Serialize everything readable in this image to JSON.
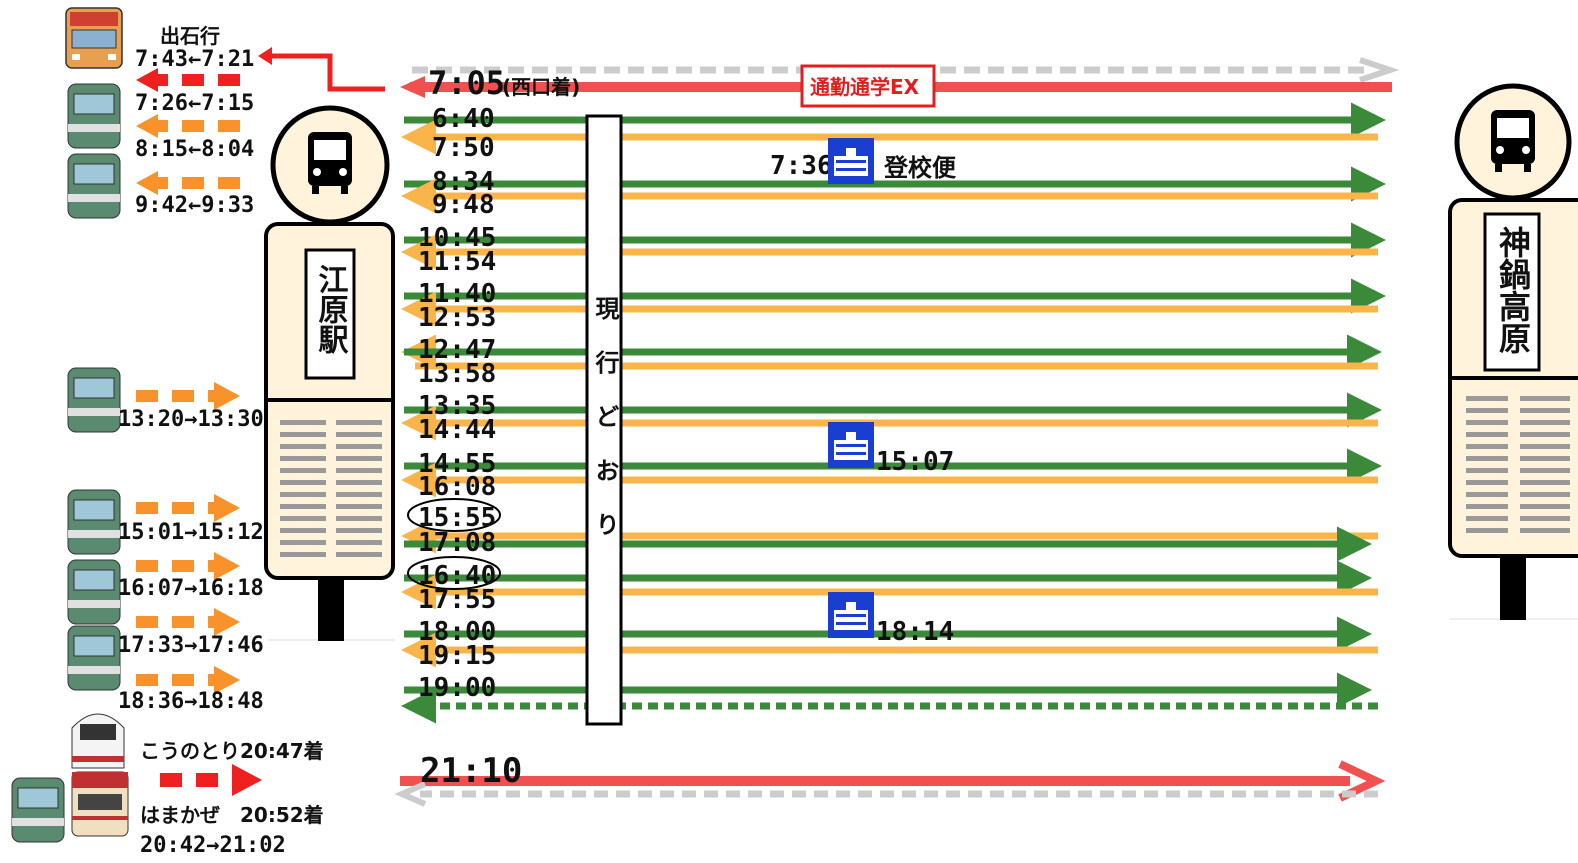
{
  "left_connections": [
    {
      "text": "出石行",
      "icon": "bus-icon"
    },
    {
      "text": "7:43←7:21"
    },
    {
      "text": "7:26←7:15",
      "icon": "train-icon"
    },
    {
      "text": "8:15←8:04",
      "icon": "train-icon"
    },
    {
      "text": "9:42←9:33",
      "icon": "train-icon"
    },
    {
      "text": "13:20→13:30",
      "icon": "train-icon"
    },
    {
      "text": "15:01→15:12",
      "icon": "train-icon"
    },
    {
      "text": "16:07→16:18",
      "icon": "train-icon"
    },
    {
      "text": "17:33→17:46",
      "icon": "train-icon"
    },
    {
      "text": "18:36→18:48"
    },
    {
      "text": "こうのとり20:47着",
      "icon": "limited-express-icon"
    },
    {
      "text": "はまかぜ　20:52着",
      "icon": "limited-express-icon"
    },
    {
      "text": "20:42→21:02"
    }
  ],
  "stop_left": {
    "name": "江原駅",
    "icon": "bus-stop-icon"
  },
  "stop_right": {
    "name": "神鍋高原",
    "icon": "bus-stop-icon"
  },
  "current_label": "現行どおり",
  "times": {
    "first": "7:05",
    "first_note": "(西口着)",
    "ex_badge": "通勤通学EX",
    "list": [
      "6:40",
      "7:50",
      "8:34",
      "9:48",
      "10:45",
      "11:54",
      "11:40",
      "12:53",
      "12:47",
      "13:58",
      "13:35",
      "14:44",
      "14:55",
      "16:08",
      "15:55",
      "17:08",
      "16:40",
      "17:55",
      "18:00",
      "19:15",
      "19:00"
    ],
    "last": "21:10"
  },
  "school": [
    {
      "time": "7:36",
      "label": "登校便"
    },
    {
      "time": "15:07"
    },
    {
      "time": "18:14"
    }
  ],
  "colors": {
    "green": "#3a8a3a",
    "orange": "#f9b54a",
    "red": "#f05050",
    "gray": "#cccccc",
    "school_blue": "#1a3fd0"
  }
}
